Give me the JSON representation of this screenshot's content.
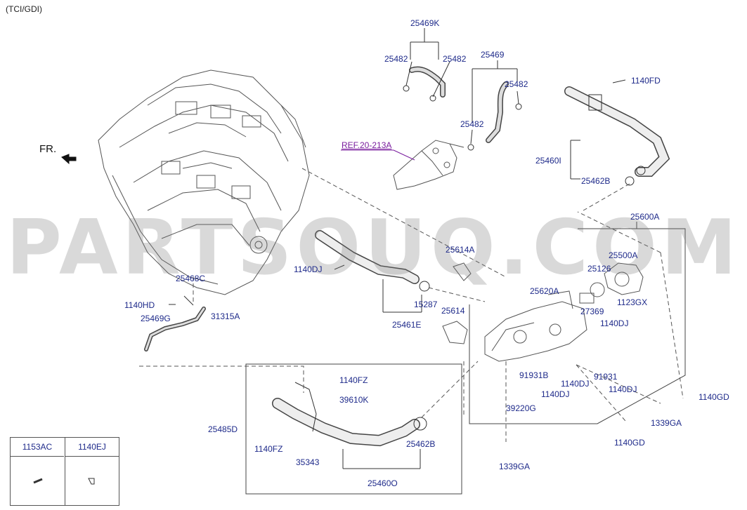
{
  "header": {
    "variant_label": "(TCI/GDI)"
  },
  "direction": {
    "front_label": "FR."
  },
  "watermark": {
    "text": "PARTSOUQ.COM"
  },
  "reference": {
    "label": "REF.20-213A"
  },
  "colors": {
    "label": "#1e2a8a",
    "reference": "#7a1e9e",
    "line": "#333333",
    "watermark": "#9a9a9a"
  },
  "callouts": [
    {
      "id": "25469K",
      "text": "25469K"
    },
    {
      "id": "25482-a",
      "text": "25482"
    },
    {
      "id": "25482-b",
      "text": "25482"
    },
    {
      "id": "25469",
      "text": "25469"
    },
    {
      "id": "25482-c",
      "text": "25482"
    },
    {
      "id": "25482-d",
      "text": "25482"
    },
    {
      "id": "1140FD",
      "text": "1140FD"
    },
    {
      "id": "25460I",
      "text": "25460I"
    },
    {
      "id": "25462B-a",
      "text": "25462B"
    },
    {
      "id": "25600A",
      "text": "25600A"
    },
    {
      "id": "25500A",
      "text": "25500A"
    },
    {
      "id": "25126",
      "text": "25126"
    },
    {
      "id": "1123GX",
      "text": "1123GX"
    },
    {
      "id": "25614A",
      "text": "25614A"
    },
    {
      "id": "1140DJ-a",
      "text": "1140DJ"
    },
    {
      "id": "15287",
      "text": "15287"
    },
    {
      "id": "25461E",
      "text": "25461E"
    },
    {
      "id": "25468C",
      "text": "25468C"
    },
    {
      "id": "1140HD",
      "text": "1140HD"
    },
    {
      "id": "25469G",
      "text": "25469G"
    },
    {
      "id": "31315A",
      "text": "31315A"
    },
    {
      "id": "25614",
      "text": "25614"
    },
    {
      "id": "25620A",
      "text": "25620A"
    },
    {
      "id": "27369",
      "text": "27369"
    },
    {
      "id": "1140DJ-b",
      "text": "1140DJ"
    },
    {
      "id": "91931B",
      "text": "91931B"
    },
    {
      "id": "1140DJ-c",
      "text": "1140DJ"
    },
    {
      "id": "1140DJ-d",
      "text": "1140DJ"
    },
    {
      "id": "91931",
      "text": "91931"
    },
    {
      "id": "1140DJ-e",
      "text": "1140DJ"
    },
    {
      "id": "39220G",
      "text": "39220G"
    },
    {
      "id": "1140GD-a",
      "text": "1140GD"
    },
    {
      "id": "1339GA-a",
      "text": "1339GA"
    },
    {
      "id": "1140GD-b",
      "text": "1140GD"
    },
    {
      "id": "1339GA-b",
      "text": "1339GA"
    },
    {
      "id": "1140FZ-a",
      "text": "1140FZ"
    },
    {
      "id": "39610K",
      "text": "39610K"
    },
    {
      "id": "25485D",
      "text": "25485D"
    },
    {
      "id": "1140FZ-b",
      "text": "1140FZ"
    },
    {
      "id": "25462B-b",
      "text": "25462B"
    },
    {
      "id": "35343",
      "text": "35343"
    },
    {
      "id": "25460O",
      "text": "25460O"
    }
  ],
  "legend": {
    "headers": [
      "1153AC",
      "1140EJ"
    ]
  }
}
